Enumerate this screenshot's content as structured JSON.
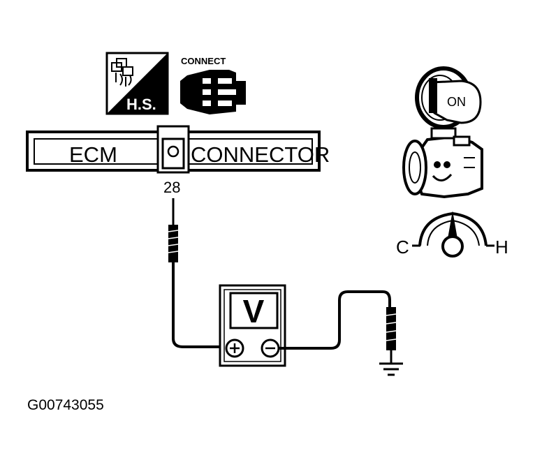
{
  "hs_icon": {
    "label": "H.S."
  },
  "connect_icon": {
    "label": "CONNECT"
  },
  "ecm_connector": {
    "left_label": "ECM",
    "right_label": "CONNECTOR",
    "terminal": "28"
  },
  "voltmeter": {
    "display": "V",
    "positive": "+",
    "negative": "−"
  },
  "ignition": {
    "label": "ON"
  },
  "temp_gauge": {
    "cold": "C",
    "hot": "H"
  },
  "figure_id": "G00743055"
}
